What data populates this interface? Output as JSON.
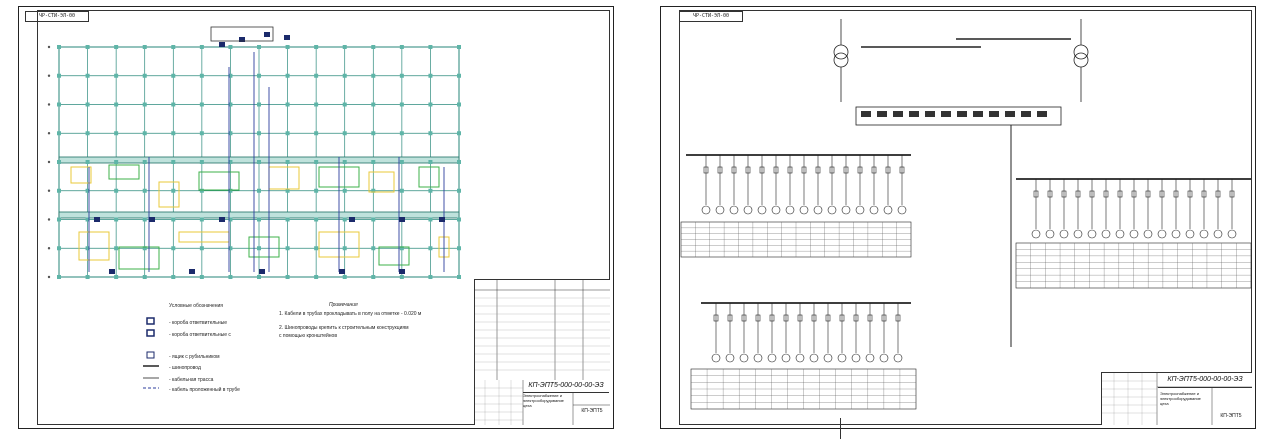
{
  "left_sheet": {
    "stamp": "ЧР-СТИ-ЭЛ-00",
    "legend_title": "Условные обозначения",
    "legend_items": [
      "- короба ответвительные",
      "- короба ответвительные с",
      "- ящик с рубильником",
      "- шинопровод",
      "- кабельная трасса",
      "- кабель проложенный в трубе"
    ],
    "notes_title": "Примечания",
    "notes": [
      "1. Кабели в трубах прокладывать в полу на отметке - 0.020 м",
      "2. Шинопроводы крепить к строительным конструкциям",
      "с помощью кронштейнов"
    ],
    "title_block": {
      "code": "КП-ЭПТ5-000-00-00-ЭЗ",
      "title": "Электроснабжение и электрооборудование цеха",
      "sheet": "КП-ЭПТ5"
    }
  },
  "right_sheet": {
    "stamp": "ЧР-СТИ-ЭЛ-00",
    "title_block": {
      "code": "КП-ЭПТ5-000-00-00-ЭЗ",
      "title": "Электроснабжение и электрооборудование цеха",
      "sheet": "КП-ЭПТ5"
    }
  }
}
